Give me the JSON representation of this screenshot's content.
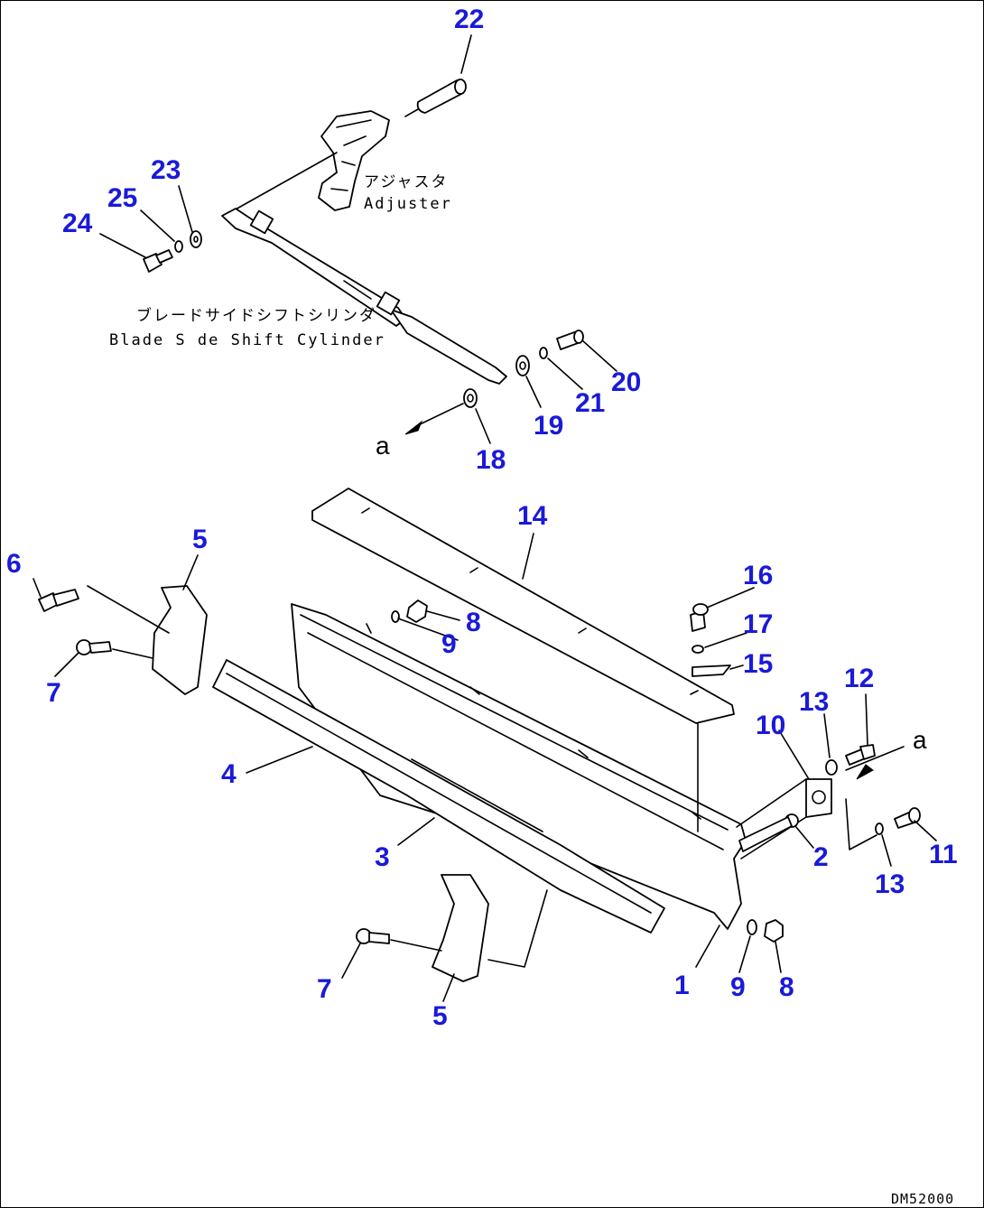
{
  "diagram": {
    "callouts": [
      {
        "id": "1",
        "label": "1"
      },
      {
        "id": "2",
        "label": "2"
      },
      {
        "id": "3",
        "label": "3"
      },
      {
        "id": "4",
        "label": "4"
      },
      {
        "id": "5a",
        "label": "5"
      },
      {
        "id": "5b",
        "label": "5"
      },
      {
        "id": "6",
        "label": "6"
      },
      {
        "id": "7a",
        "label": "7"
      },
      {
        "id": "7b",
        "label": "7"
      },
      {
        "id": "8a",
        "label": "8"
      },
      {
        "id": "8b",
        "label": "8"
      },
      {
        "id": "9a",
        "label": "9"
      },
      {
        "id": "9b",
        "label": "9"
      },
      {
        "id": "10",
        "label": "10"
      },
      {
        "id": "11",
        "label": "11"
      },
      {
        "id": "12",
        "label": "12"
      },
      {
        "id": "13a",
        "label": "13"
      },
      {
        "id": "13b",
        "label": "13"
      },
      {
        "id": "14",
        "label": "14"
      },
      {
        "id": "15",
        "label": "15"
      },
      {
        "id": "16",
        "label": "16"
      },
      {
        "id": "17",
        "label": "17"
      },
      {
        "id": "18",
        "label": "18"
      },
      {
        "id": "19",
        "label": "19"
      },
      {
        "id": "20",
        "label": "20"
      },
      {
        "id": "21",
        "label": "21"
      },
      {
        "id": "22",
        "label": "22"
      },
      {
        "id": "23",
        "label": "23"
      },
      {
        "id": "24",
        "label": "24"
      },
      {
        "id": "25",
        "label": "25"
      }
    ],
    "labels": {
      "adjuster_jp": "アジャスタ",
      "adjuster_en": "Adjuster",
      "cylinder_jp": "ブレードサイドシフトシリンダ",
      "cylinder_en": "Blade S de Shift Cylinder",
      "ref_a_left": "a",
      "ref_a_right": "a",
      "drawing_code": "DM52000"
    },
    "colors": {
      "callout": "#1a1ad8",
      "line": "#000000",
      "background": "#ffffff"
    }
  }
}
